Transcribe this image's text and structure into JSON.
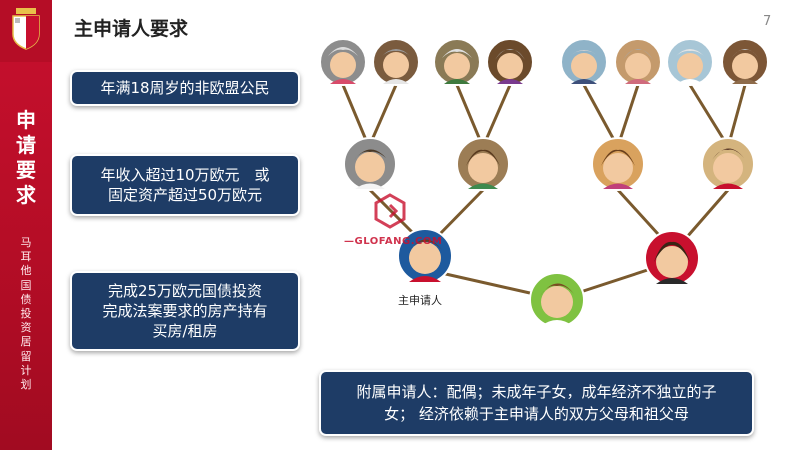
{
  "sidebar": {
    "title_chars": [
      "申",
      "请",
      "要",
      "求"
    ],
    "subtitle_chars": [
      "马",
      "耳",
      "他",
      "国",
      "债",
      "投",
      "资",
      "居",
      "留",
      "计",
      "划"
    ]
  },
  "header": {
    "title": "主申请人要求",
    "page_number": "7"
  },
  "requirements": [
    {
      "lines": [
        "年满18周岁的非欧盟公民"
      ]
    },
    {
      "lines": [
        "年收入超过10万欧元　或",
        "固定资产超过50万欧元"
      ]
    },
    {
      "lines": [
        "完成25万欧元国债投资",
        "完成法案要求的房产持有",
        "买房/租房"
      ]
    }
  ],
  "dependents_note": {
    "lines": [
      "附属申请人：配偶；未成年子女，成年经济不独立的子",
      "女； 经济依赖于主申请人的双方父母和祖父母"
    ]
  },
  "family_tree": {
    "main_applicant_label": "主申请人"
  },
  "watermark": {
    "text": "—GLOFANG.COM"
  },
  "colors": {
    "brand_red": "#c8102e",
    "card_navy": "#1e3c66",
    "tree_line": "#7a5a2e"
  }
}
